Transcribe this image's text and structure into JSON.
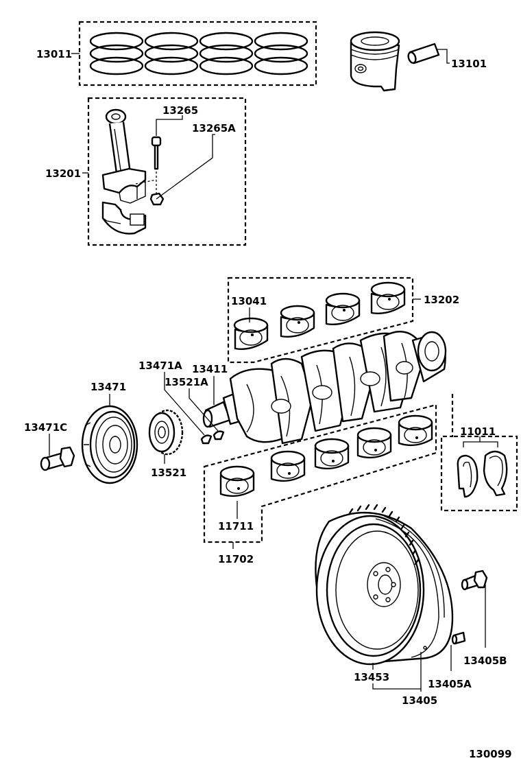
{
  "diagram": {
    "part_labels": {
      "p13011": "13011",
      "p13101": "13101",
      "p13265": "13265",
      "p13265A": "13265A",
      "p13201": "13201",
      "p13202": "13202",
      "p13041": "13041",
      "p13471A": "13471A",
      "p13411": "13411",
      "p13521A": "13521A",
      "p13471": "13471",
      "p13471C": "13471C",
      "p13521": "13521",
      "p11011": "11011",
      "p11711": "11711",
      "p11702": "11702",
      "p13405B": "13405B",
      "p13453": "13453",
      "p13405A": "13405A",
      "p13405": "13405"
    },
    "figure_code": "130099"
  }
}
